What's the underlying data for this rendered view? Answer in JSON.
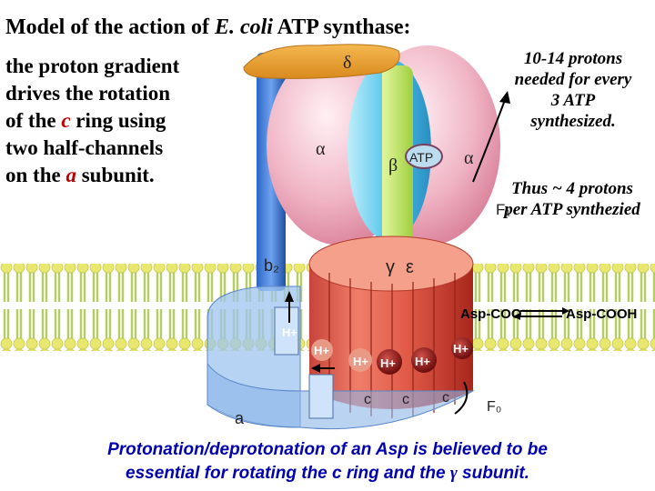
{
  "title": {
    "prefix": "Model of the action of ",
    "species": "E. coli",
    "suffix": " ATP synthase:"
  },
  "intro": {
    "line1": "the proton gradient",
    "line2": "drives the rotation",
    "line3_pre": "of the ",
    "line3_c": "c",
    "line3_post": " ring using",
    "line4": "two half-channels",
    "line5_pre": "on the ",
    "line5_a": "a",
    "line5_post": " subunit."
  },
  "note_protons": {
    "line1": "10-14 protons",
    "line2": "needed for every",
    "line3": "3 ATP",
    "line4": "synthesized."
  },
  "note_thus": {
    "line1": "Thus ~ 4 protons",
    "line2": "per ATP synthezied"
  },
  "caption": {
    "line1": "Protonation/deprotonation of an Asp is believed to be",
    "line2_pre": "essential for rotating the c ring and the ",
    "line2_gamma": "γ",
    "line2_post": " subunit."
  },
  "labels": {
    "delta": "δ",
    "alpha_left": "α",
    "alpha_right": "α",
    "beta": "β",
    "atp": "ATP",
    "gamma": "γ",
    "epsilon": "ε",
    "b2": "b₂",
    "a": "a",
    "f1": "F₁",
    "f0": "F₀",
    "asp_coo": "Asp-COO",
    "asp_coo_charge": "-",
    "asp_cooh": "Asp-COOH",
    "c1": "c",
    "c2": "c",
    "c3": "c",
    "hplus1": "H+",
    "hplus2": "H+",
    "hplus3": "H+",
    "hplus4": "H+",
    "hplus5": "H+",
    "hplus6": "H+"
  },
  "colors": {
    "membrane_head": "#e8e870",
    "membrane_tail": "#b8cf6a",
    "proton": "#8a1a1a",
    "caption": "#0000b0",
    "highlight": "#c00000"
  }
}
